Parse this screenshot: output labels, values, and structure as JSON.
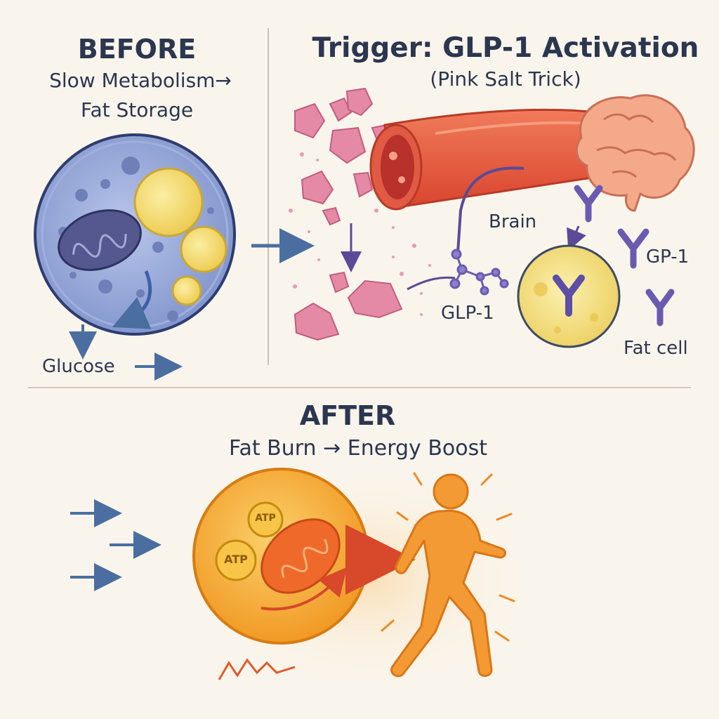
{
  "before": {
    "title": "BEFORE",
    "subtitle_line1": "Slow Metabolism→",
    "subtitle_line2": "Fat Storage",
    "glucose_label": "Glucose"
  },
  "trigger": {
    "title": "Trigger: GLP-1 Activation",
    "subtitle": "(Pink Salt Trick)",
    "brain_label": "Brain",
    "glp1_label": "GLP-1",
    "gp1_label": "GP-1",
    "fatcell_label": "Fat cell"
  },
  "after": {
    "title": "AFTER",
    "subtitle": "Fat Burn → Energy Boost",
    "atp_label_1": "ATP",
    "atp_label_2": "ATP"
  },
  "colors": {
    "background": "#faf5ec",
    "heading": "#2b3650",
    "arrow_blue": "#4a6ea0",
    "cell_blue": "#8fa3d6",
    "fat_yellow": "#f4dc72",
    "salt_pink": "#e07a9a",
    "vessel_red": "#e4553e",
    "receptor_purple": "#6a5bb0",
    "energy_orange": "#f29a2e"
  },
  "icons": [
    "cell-icon",
    "mitochondria-icon",
    "fat-droplet-icon",
    "salt-crystal-icon",
    "blood-vessel-icon",
    "brain-icon",
    "receptor-icon",
    "molecule-icon",
    "atp-icon",
    "runner-icon"
  ]
}
